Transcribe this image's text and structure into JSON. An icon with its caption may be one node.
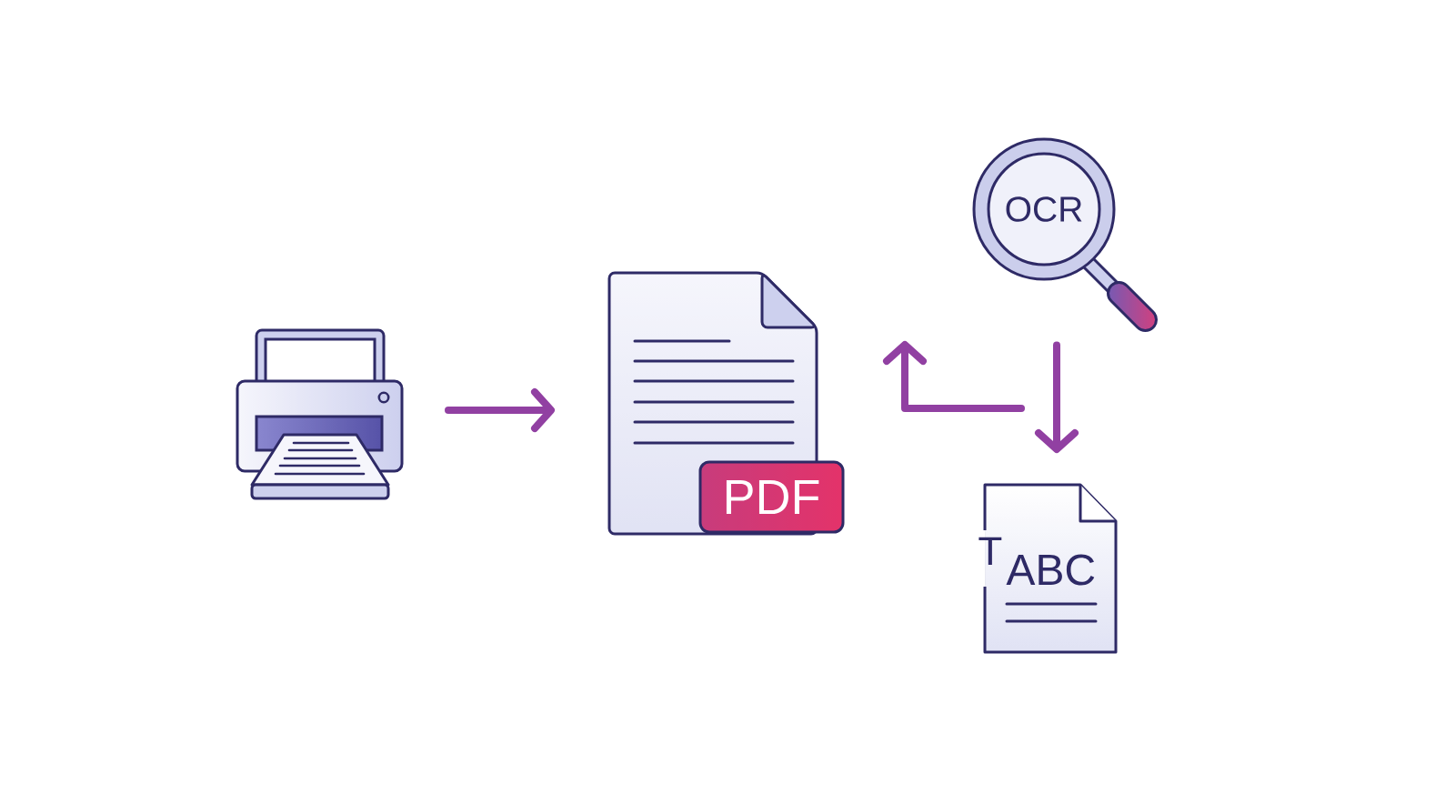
{
  "diagram": {
    "nodes": [
      {
        "text": [],
        "shape": "picture"
      },
      {
        "text": [],
        "shape": "picture"
      },
      {
        "text": [
          "PDF"
        ]
      },
      {
        "text": [
          "OCR"
        ]
      },
      {
        "text": [
          "T",
          "ABC"
        ]
      }
    ],
    "edges": [
      {
        "from": 0,
        "to": 1,
        "arrow": "to"
      },
      {
        "from": 3,
        "to": 4,
        "arrow": "to"
      }
    ]
  }
}
